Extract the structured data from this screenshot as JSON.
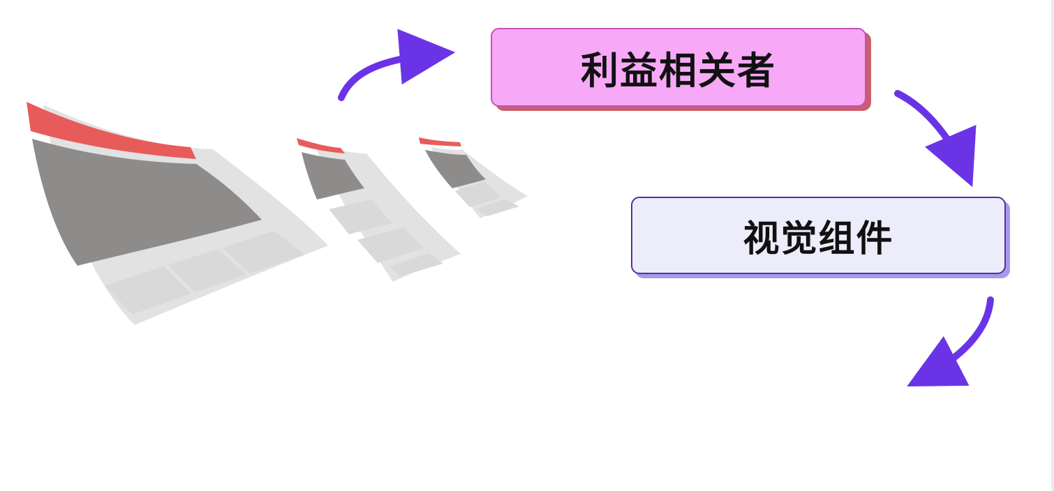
{
  "nodes": {
    "stakeholders": {
      "label": "利益相关者",
      "fill": "#f7a9f7",
      "border": "#c64fb8",
      "shadow": "#c85f6a"
    },
    "visual_components": {
      "label": "视觉组件",
      "fill": "#ececfb",
      "border": "#5b2d9b",
      "shadow": "#a69bea"
    }
  },
  "colors": {
    "arrow": "#6a34e6",
    "document_header": "#e85b5b",
    "document_image": "#8e8b8b",
    "document_panel": "#d9d9d9",
    "document_shadow": "#e2e2e2"
  },
  "illustration": {
    "documents": [
      "document-large",
      "document-medium",
      "document-small"
    ],
    "arrows": [
      "arrow-to-stakeholders",
      "arrow-to-visual-components",
      "arrow-exit"
    ]
  }
}
